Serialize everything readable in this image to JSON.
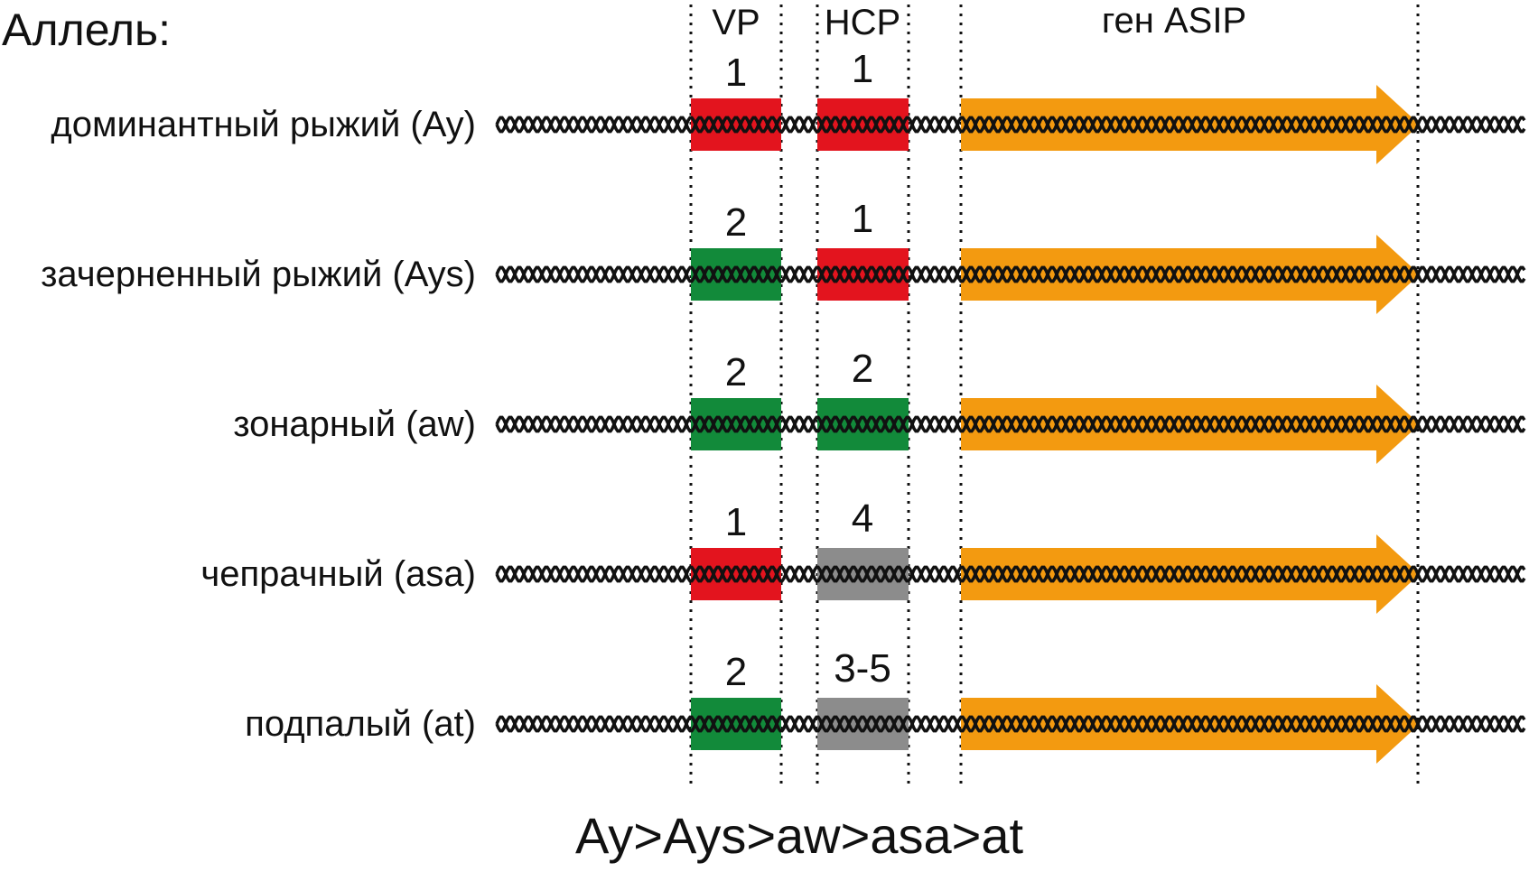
{
  "header": {
    "allele_title": "Аллель:",
    "vp_label": "VP",
    "hcp_label": "HCP",
    "gene_label": "ген ASIP"
  },
  "rows": [
    {
      "label": "доминантный рыжий (Ay)",
      "vp_value": "1",
      "vp_color": "#e3141e",
      "hcp_value": "1",
      "hcp_color": "#e3141e"
    },
    {
      "label": "зачерненный рыжий (Ays)",
      "vp_value": "2",
      "vp_color": "#128a3a",
      "hcp_value": "1",
      "hcp_color": "#e3141e"
    },
    {
      "label": "зонарный (aw)",
      "vp_value": "2",
      "vp_color": "#128a3a",
      "hcp_value": "2",
      "hcp_color": "#128a3a"
    },
    {
      "label": "чепрачный (asa)",
      "vp_value": "1",
      "vp_color": "#e3141e",
      "hcp_value": "4",
      "hcp_color": "#8c8c8c"
    },
    {
      "label": "подпалый (at)",
      "vp_value": "2",
      "vp_color": "#128a3a",
      "hcp_value": "3-5",
      "hcp_color": "#8c8c8c"
    }
  ],
  "gene_arrow_color": "#f39a10",
  "dominance_order": "Ay>Ays>aw>asa>at"
}
